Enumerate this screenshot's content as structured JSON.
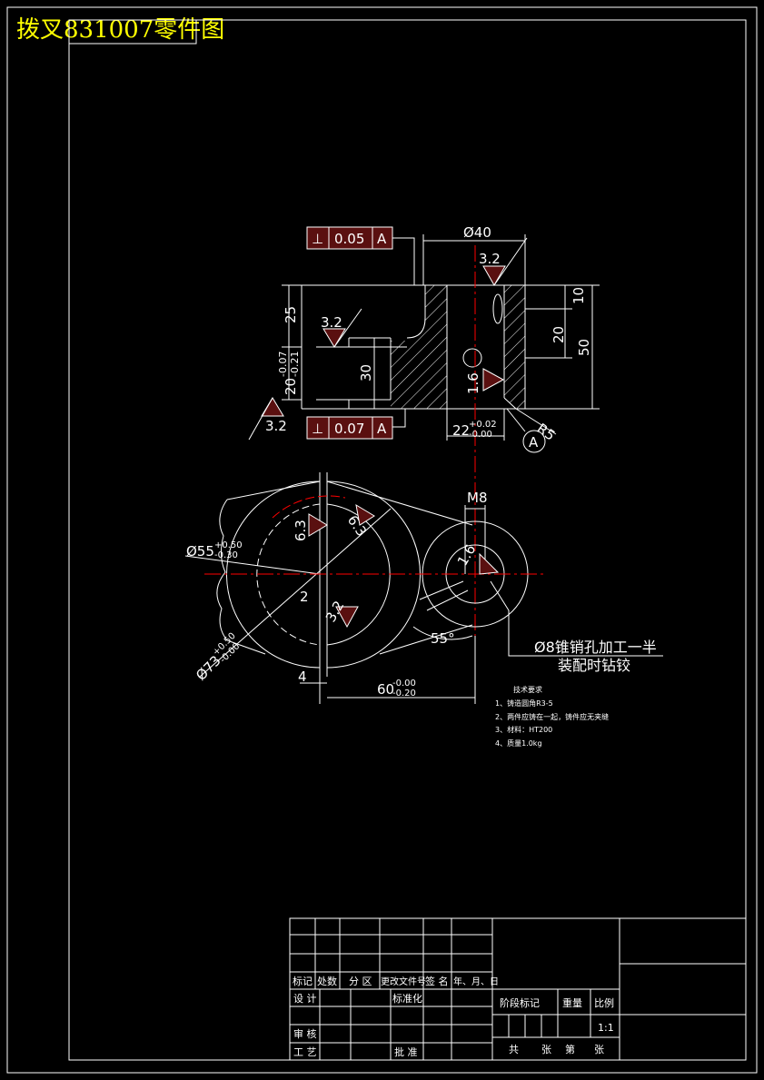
{
  "title": "拨叉831007零件图",
  "dims": {
    "phi40": "Ø40",
    "d10": "10",
    "d20": "20",
    "d50": "50",
    "d25": "25",
    "d30": "30",
    "d20tol_base": "20",
    "d20tol_up": "-0.07",
    "d20tol_lo": "-0.21",
    "d22_base": "22",
    "d22_up": "+0.02",
    "d22_lo": "-0.00",
    "r5": "R5",
    "datum": "A",
    "m8": "M8",
    "phi55_base": "Ø55",
    "phi55_up": "+0.50",
    "phi55_lo": "-0.30",
    "phi73_base": "Ø73",
    "phi73_up": "+0.50",
    "phi73_lo": "-0.00",
    "d2": "2",
    "d4": "4",
    "d60_base": "60",
    "d60_up": "-0.00",
    "d60_lo": "-0.20",
    "angle55": "55°"
  },
  "tolerance_frames": [
    {
      "symbol": "⊥",
      "value": "0.05",
      "datum": "A"
    },
    {
      "symbol": "⊥",
      "value": "0.07",
      "datum": "A"
    }
  ],
  "roughness": [
    "3.2",
    "3.2",
    "3.2",
    "1.6",
    "6.3",
    "6.3",
    "3.2",
    "1.6"
  ],
  "note_taper_pin": [
    "Ø8锥销孔加工一半",
    "装配时钻铰"
  ],
  "tech_requirements": {
    "heading": "技术要求",
    "items": [
      "1、铸造圆角R3-5",
      "2、两件应铸在一起，铸件应无夹缝",
      "3、材料：HT200",
      "4、质量1.0kg"
    ]
  },
  "title_block": {
    "rev_headers": [
      "标记",
      "处数",
      "分 区",
      "更改文件号",
      "签 名",
      "年、月、日"
    ],
    "rows": [
      "设 计",
      "标准化",
      "审 核",
      "工 艺",
      "批 准"
    ],
    "stage": "阶段标记",
    "weight": "重量",
    "scale_label": "比例",
    "scale": "1:1",
    "sheets": [
      "共",
      "张",
      "第",
      "张"
    ]
  },
  "colors": {
    "background": "#000000",
    "lines": "#ffffff",
    "centerline": "#ff0000",
    "title": "#ffff00",
    "roughness_fill": "#5a1010"
  }
}
